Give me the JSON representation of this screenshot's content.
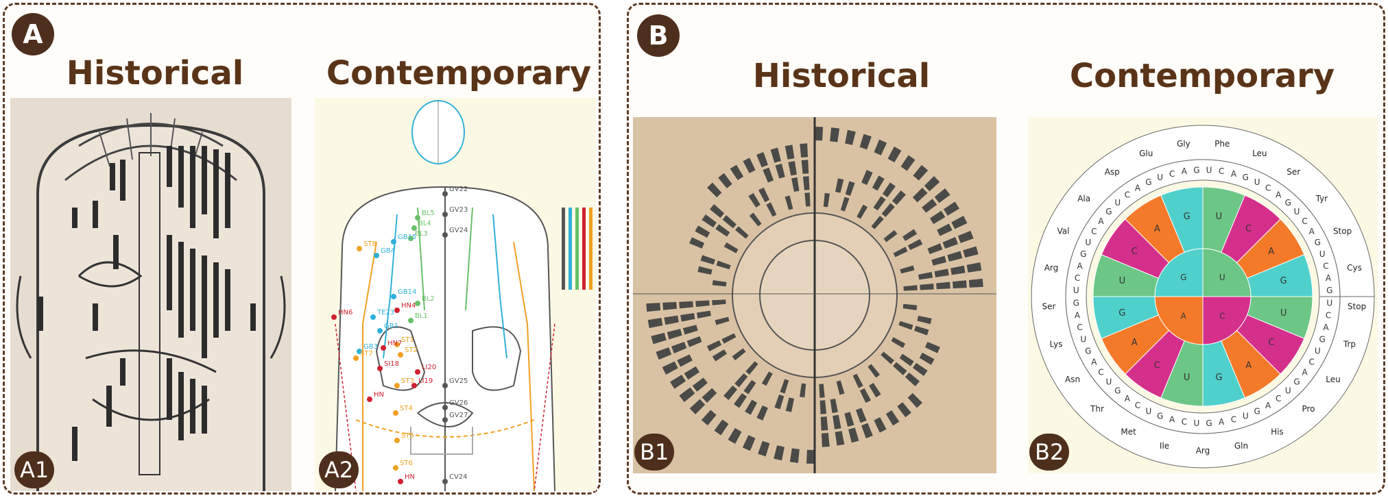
{
  "panelA": {
    "label": "A",
    "historical_title": "Historical",
    "contemporary_title": "Contemporary",
    "a1_label": "A1",
    "a2_label": "A2",
    "a2_points": [
      "GV22",
      "GV23",
      "GV24",
      "GV25",
      "GV26",
      "GV27",
      "CV24",
      "BL5",
      "BL4",
      "BL3",
      "BL2",
      "BL1",
      "GB15",
      "GB14",
      "GB4",
      "GB3",
      "GB1",
      "TE23",
      "ST8",
      "ST7",
      "ST1",
      "ST2",
      "ST3",
      "ST4",
      "ST5",
      "ST6",
      "SI18",
      "LI19",
      "LI20",
      "HN4",
      "HN6",
      "HN7",
      "HN",
      "HN"
    ],
    "a2_colors": {
      "gv": "#555555",
      "bl": "#6abf69",
      "gb": "#2fb0d8",
      "st": "#f0a020",
      "red": "#d02030"
    }
  },
  "panelB": {
    "label": "B",
    "historical_title": "Historical",
    "contemporary_title": "Contemporary",
    "b1_label": "B1",
    "b2_label": "B2",
    "codon_wheel": {
      "inner": [
        "U",
        "C",
        "A",
        "G"
      ],
      "outer_amino_acids": [
        "Phe",
        "Leu",
        "Ser",
        "Tyr",
        "Stop",
        "Cys",
        "Stop",
        "Trp",
        "Leu",
        "Pro",
        "His",
        "Gln",
        "Arg",
        "Ile",
        "Met",
        "Thr",
        "Asn",
        "Lys",
        "Ser",
        "Arg",
        "Val",
        "Ala",
        "Asp",
        "Glu",
        "Gly"
      ],
      "colors": {
        "U": "#6cc686",
        "C": "#d52f8c",
        "A": "#f47a2a",
        "G": "#4fd0cb"
      }
    }
  }
}
